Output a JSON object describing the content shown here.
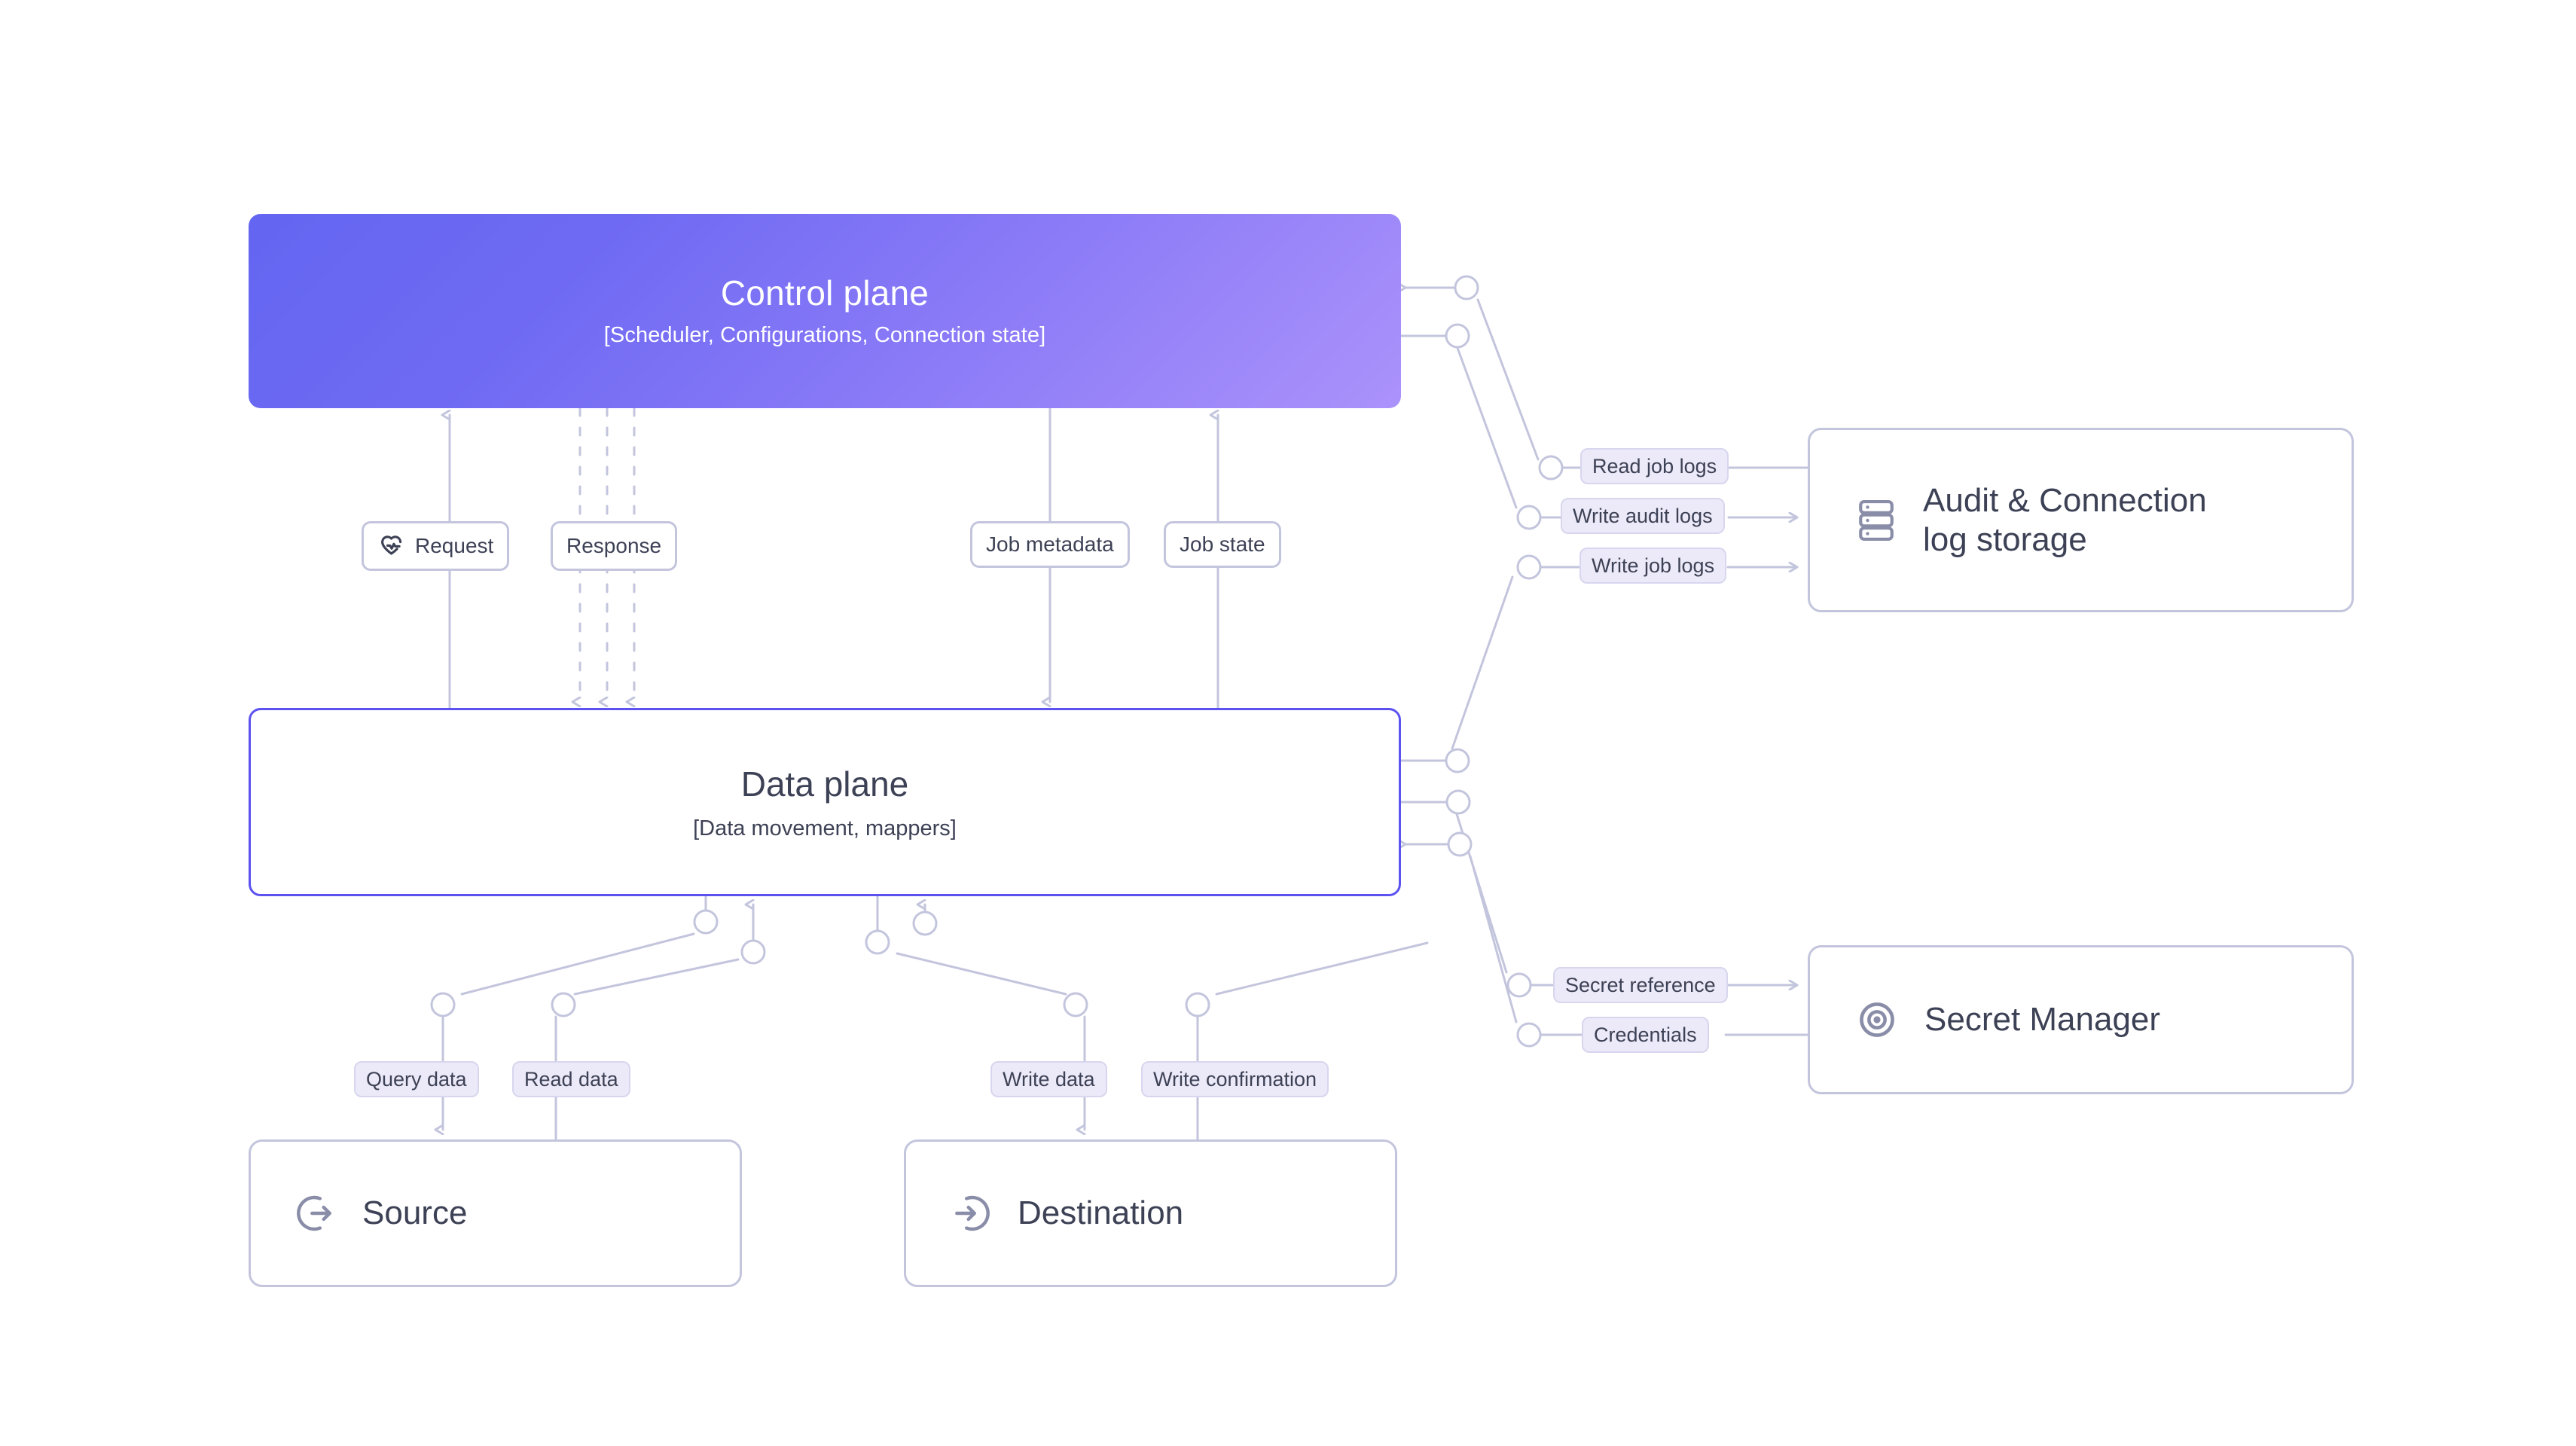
{
  "diagram": {
    "title": "Control plane / Data plane architecture",
    "background": "#ffffff",
    "colors": {
      "control_gradient_start": "#6366f1",
      "control_gradient_end": "#ab92fb",
      "data_plane_border": "#5b52f0",
      "wire": "#c3c5dd",
      "pill_lavender_bg": "#eceaf8",
      "pill_lavender_border": "#d7d6ee",
      "text_dark": "#3d4155",
      "text_light": "#ffffff"
    }
  },
  "nodes": {
    "control_plane": {
      "title": "Control plane",
      "subtitle": "[Scheduler, Configurations, Connection state]"
    },
    "data_plane": {
      "title": "Data plane",
      "subtitle": "[Data movement, mappers]"
    },
    "audit_log_storage": {
      "title": "Audit & Connection log storage",
      "line1": "Audit & Connection",
      "line2": "log storage",
      "icon": "server-stack-icon"
    },
    "secret_manager": {
      "title": "Secret Manager",
      "icon": "target-eye-icon"
    },
    "source": {
      "title": "Source",
      "icon": "arrow-out-circle-icon"
    },
    "destination": {
      "title": "Destination",
      "icon": "arrow-in-circle-icon"
    }
  },
  "edge_labels": {
    "request": {
      "text": "Request",
      "icon": "heart-pulse-icon",
      "style": "white"
    },
    "response": {
      "text": "Response",
      "style": "white"
    },
    "job_metadata": {
      "text": "Job metadata",
      "style": "white"
    },
    "job_state": {
      "text": "Job state",
      "style": "white"
    },
    "read_job_logs": {
      "text": "Read job logs",
      "style": "lavender"
    },
    "write_audit_logs": {
      "text": "Write audit logs",
      "style": "lavender"
    },
    "write_job_logs": {
      "text": "Write job logs",
      "style": "lavender"
    },
    "secret_reference": {
      "text": "Secret reference",
      "style": "lavender"
    },
    "credentials": {
      "text": "Credentials",
      "style": "lavender"
    },
    "query_data": {
      "text": "Query data",
      "style": "lavender"
    },
    "read_data": {
      "text": "Read data",
      "style": "lavender"
    },
    "write_data": {
      "text": "Write data",
      "style": "lavender"
    },
    "write_confirmation": {
      "text": "Write confirmation",
      "style": "lavender"
    }
  },
  "flows": [
    {
      "label": "Request",
      "from": "Data plane",
      "to": "Control plane",
      "direction": "up",
      "line": "solid"
    },
    {
      "label": "Response",
      "from": "Control plane",
      "to": "Data plane",
      "direction": "down",
      "line": "dashed-triple"
    },
    {
      "label": "Job metadata",
      "from": "Control plane",
      "to": "Data plane",
      "direction": "down",
      "line": "solid"
    },
    {
      "label": "Job state",
      "from": "Data plane",
      "to": "Control plane",
      "direction": "up",
      "line": "solid"
    },
    {
      "label": "Read job logs",
      "from": "Audit & Connection log storage",
      "to": "Control plane",
      "direction": "left",
      "line": "solid"
    },
    {
      "label": "Write audit logs",
      "from": "Control plane",
      "to": "Audit & Connection log storage",
      "direction": "right",
      "line": "solid"
    },
    {
      "label": "Write job logs",
      "from": "Data plane",
      "to": "Audit & Connection log storage",
      "direction": "right",
      "line": "solid"
    },
    {
      "label": "Secret reference",
      "from": "Data plane",
      "to": "Secret Manager",
      "direction": "right",
      "line": "solid"
    },
    {
      "label": "Credentials",
      "from": "Secret Manager",
      "to": "Data plane",
      "direction": "left",
      "line": "solid"
    },
    {
      "label": "Query data",
      "from": "Data plane",
      "to": "Source",
      "direction": "down",
      "line": "solid"
    },
    {
      "label": "Read data",
      "from": "Source",
      "to": "Data plane",
      "direction": "up",
      "line": "solid"
    },
    {
      "label": "Write data",
      "from": "Data plane",
      "to": "Destination",
      "direction": "down",
      "line": "solid"
    },
    {
      "label": "Write confirmation",
      "from": "Destination",
      "to": "Data plane",
      "direction": "up",
      "line": "solid"
    }
  ]
}
